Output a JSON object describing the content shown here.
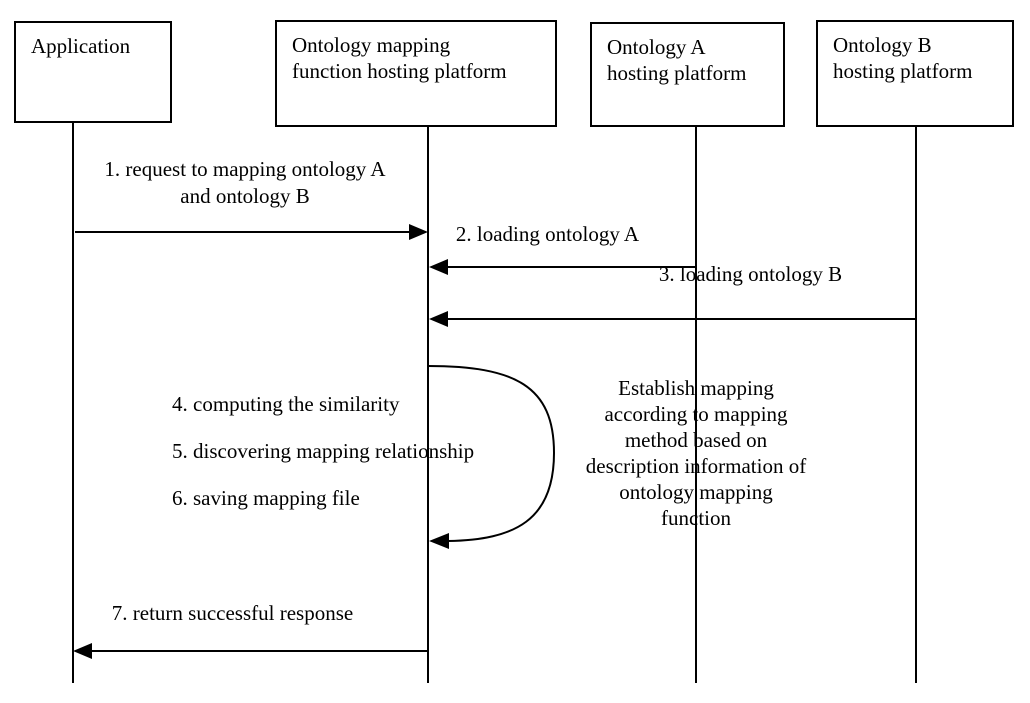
{
  "colors": {
    "ink": "#000000",
    "background": "#ffffff"
  },
  "actors": [
    {
      "id": "application",
      "lines": [
        "Application"
      ]
    },
    {
      "id": "ontology-mapping-function-hosting-platform",
      "lines": [
        "Ontology mapping",
        "function hosting platform"
      ]
    },
    {
      "id": "ontology-a-hosting-platform",
      "lines": [
        "Ontology A",
        "hosting platform"
      ]
    },
    {
      "id": "ontology-b-hosting-platform",
      "lines": [
        "Ontology B",
        "hosting platform"
      ]
    }
  ],
  "messages": [
    {
      "num": "1",
      "lines": [
        "1. request to mapping ontology A",
        "and ontology B"
      ],
      "from": "application",
      "to": "ontology-mapping-function-hosting-platform",
      "direction": "right"
    },
    {
      "num": "2",
      "lines": [
        "2. loading ontology A"
      ],
      "from": "ontology-a-hosting-platform",
      "to": "ontology-mapping-function-hosting-platform",
      "direction": "left"
    },
    {
      "num": "3",
      "lines": [
        "3. loading ontology B"
      ],
      "from": "ontology-b-hosting-platform",
      "to": "ontology-mapping-function-hosting-platform",
      "direction": "left"
    },
    {
      "num": "4",
      "lines": [
        "4. computing the similarity"
      ],
      "from": "ontology-mapping-function-hosting-platform",
      "to": "ontology-mapping-function-hosting-platform",
      "direction": "self"
    },
    {
      "num": "5",
      "lines": [
        "5. discovering mapping relationship"
      ],
      "from": "ontology-mapping-function-hosting-platform",
      "to": "ontology-mapping-function-hosting-platform",
      "direction": "self"
    },
    {
      "num": "6",
      "lines": [
        "6. saving mapping file"
      ],
      "from": "ontology-mapping-function-hosting-platform",
      "to": "ontology-mapping-function-hosting-platform",
      "direction": "self"
    },
    {
      "num": "7",
      "lines": [
        "7. return successful response"
      ],
      "from": "ontology-mapping-function-hosting-platform",
      "to": "application",
      "direction": "left"
    }
  ],
  "note": {
    "lines": [
      "Establish mapping",
      "according to mapping",
      "method based on",
      "description information of",
      "ontology mapping",
      "function"
    ]
  }
}
